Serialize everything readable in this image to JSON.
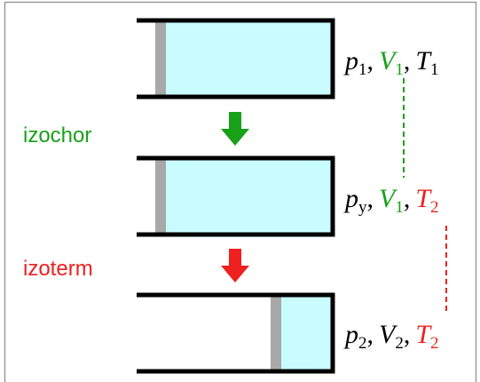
{
  "colors": {
    "black": "#000000",
    "green": "#18a018",
    "red": "#ee2020",
    "gas": "#c8fcff",
    "piston": "#a8a8a8",
    "frame": "#9a9a9a"
  },
  "steps": {
    "isochoric": "izochor",
    "isothermal": "izoterm"
  },
  "states": [
    {
      "p": {
        "sym": "p",
        "sub": "1"
      },
      "V": {
        "sym": "V",
        "sub": "1"
      },
      "T": {
        "sym": "T",
        "sub": "1"
      }
    },
    {
      "p": {
        "sym": "p",
        "sub": "y"
      },
      "V": {
        "sym": "V",
        "sub": "1"
      },
      "T": {
        "sym": "T",
        "sub": "2"
      }
    },
    {
      "p": {
        "sym": "p",
        "sub": "2"
      },
      "V": {
        "sym": "V",
        "sub": "2"
      },
      "T": {
        "sym": "T",
        "sub": "2"
      }
    }
  ],
  "separator": ","
}
